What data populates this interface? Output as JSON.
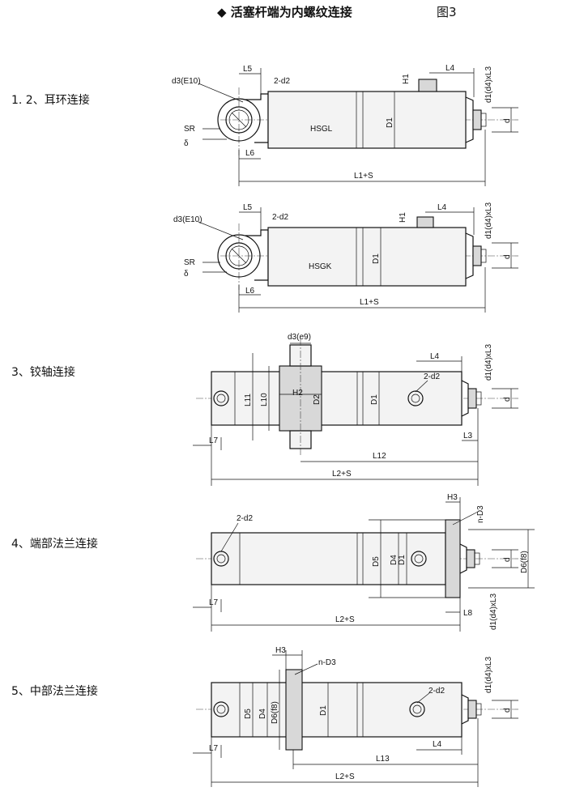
{
  "header": {
    "title": "◆ 活塞杆端为内螺纹连接",
    "figure": "图3"
  },
  "sections": [
    {
      "label": "1. 2、耳环连接"
    },
    {
      "label": "3、铰轴连接"
    },
    {
      "label": "4、端部法兰连接"
    },
    {
      "label": "5、中部法兰连接"
    }
  ],
  "dims": {
    "d3e10": "d3(E10)",
    "l5": "L5",
    "two_d2": "2-d2",
    "h1": "H1",
    "l4": "L4",
    "d1d4l3": "d1(d4)xL3",
    "sr": "SR",
    "delta": "δ",
    "D1": "D1",
    "d": "d",
    "l6": "L6",
    "l1s": "L1+S",
    "hsgl": "HSGL",
    "hsgk": "HSGK",
    "d3e9": "d3(e9)",
    "l11": "L11",
    "l10": "L10",
    "h2": "H2",
    "d2": "D2",
    "l7": "L7",
    "l3": "L3",
    "l12": "L12",
    "l2s": "L2+S",
    "h3": "H3",
    "nd3": "n-D3",
    "d5": "D5",
    "d4": "D4",
    "d6f8": "D6(f8)",
    "l8": "L8",
    "l13": "L13"
  }
}
